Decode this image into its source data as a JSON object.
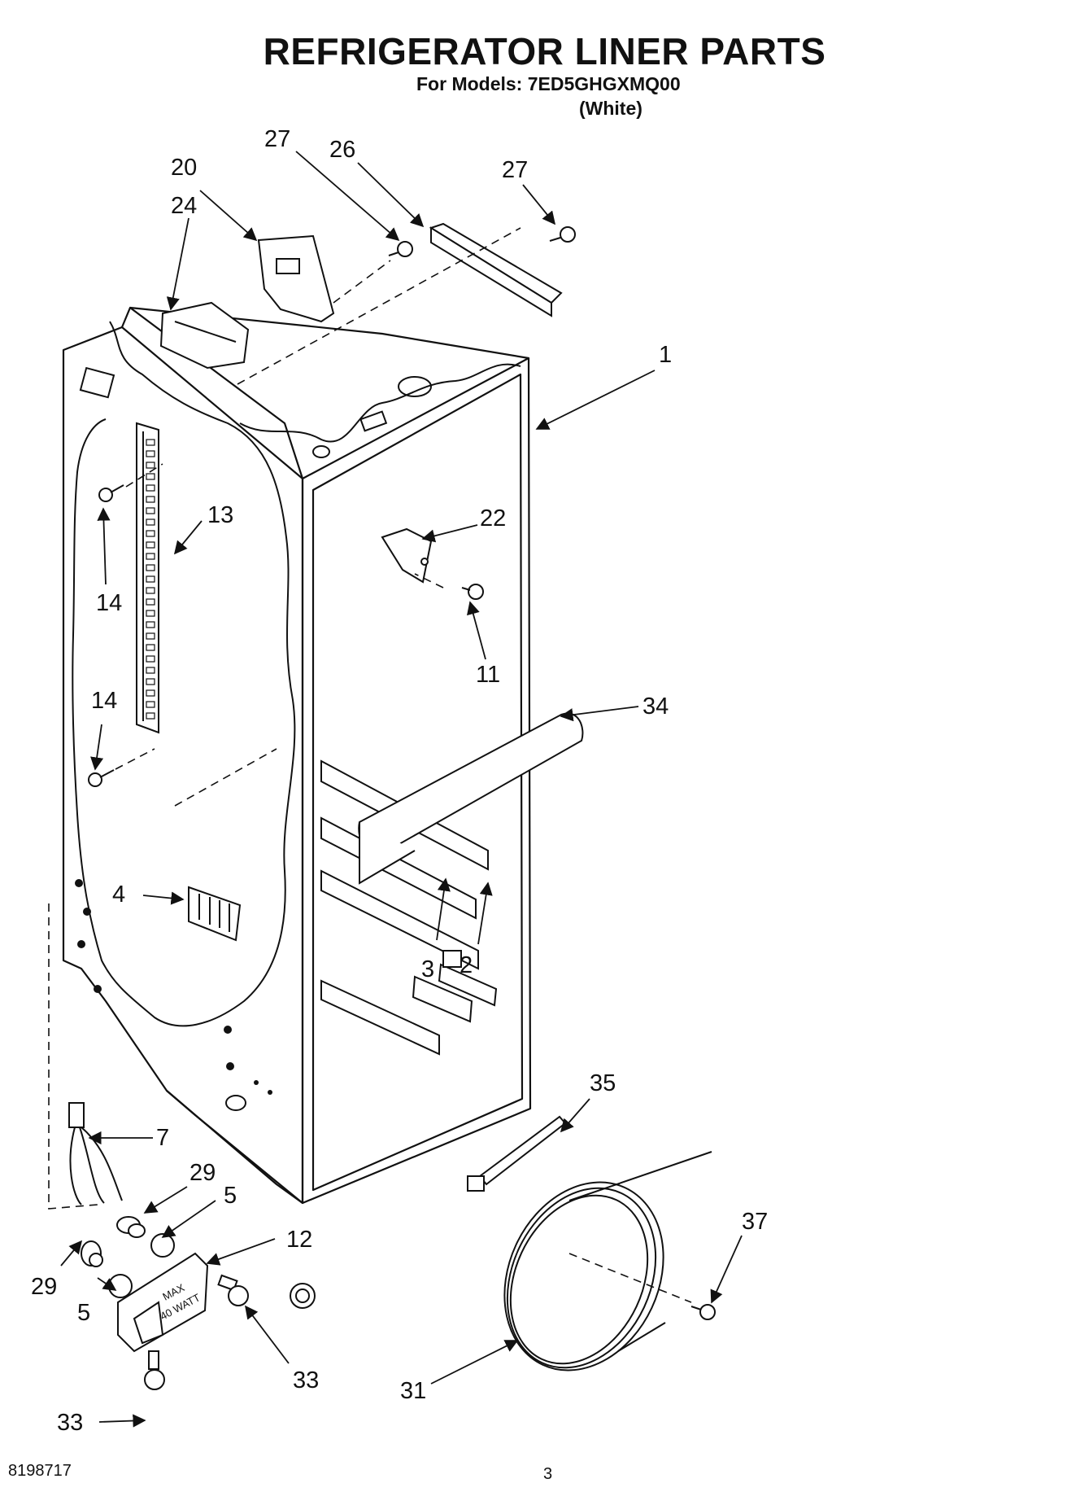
{
  "header": {
    "title": "REFRIGERATOR LINER PARTS",
    "models": "For Models: 7ED5GHGXMQ00",
    "variant": "(White)"
  },
  "footer": {
    "doc_number": "8198717",
    "page_number": "3"
  },
  "callouts": {
    "c1": "1",
    "c2": "2",
    "c3": "3",
    "c4": "4",
    "c5a": "5",
    "c5b": "5",
    "c7": "7",
    "c11": "11",
    "c12": "12",
    "c13": "13",
    "c14a": "14",
    "c14b": "14",
    "c20": "20",
    "c22": "22",
    "c24": "24",
    "c26": "26",
    "c27a": "27",
    "c27b": "27",
    "c29a": "29",
    "c29b": "29",
    "c31": "31",
    "c33a": "33",
    "c33b": "33",
    "c34": "34",
    "c35": "35",
    "c37": "37"
  },
  "part_text": {
    "lamp_cover_line1": "MAX",
    "lamp_cover_line2": "40 WATT"
  }
}
